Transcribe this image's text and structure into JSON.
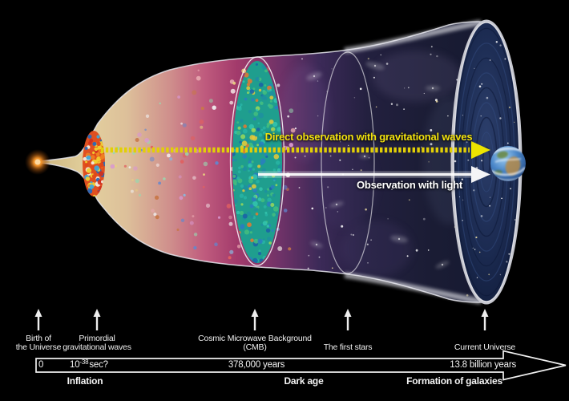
{
  "palette": {
    "accent_yellow": "#f2e20e",
    "text_white": "#f2f2f2",
    "timeline_stroke": "#f0f0f0",
    "horn_left_tan": "#d6c08a",
    "horn_pink": "#c05c7e",
    "cmb_teal": "#1f9e8e",
    "disk_navy": "#1a2a50"
  },
  "observation_arrows": {
    "gravitational_label": "Direct observation with gravitational waves",
    "light_label": "Observation with light"
  },
  "milestones": {
    "birth": {
      "line1": "Birth of",
      "line2": "the Universe"
    },
    "primordial": {
      "line1": "Primordial",
      "line2": "gravitational waves"
    },
    "cmb": {
      "line1": "Cosmic Microwave Background",
      "line2": "(CMB)"
    },
    "first_stars": {
      "line1": "The first stars"
    },
    "current": {
      "line1": "Current Universe"
    }
  },
  "timeline": {
    "t0": "0",
    "t_inflation": {
      "prefix": "10",
      "exponent": "-38",
      "suffix": "sec?"
    },
    "t_cmb": "378,000 years",
    "t_now": "13.8 billion years",
    "phase_inflation": "Inflation",
    "phase_dark_age": "Dark age",
    "phase_formation": "Formation of galaxies"
  }
}
